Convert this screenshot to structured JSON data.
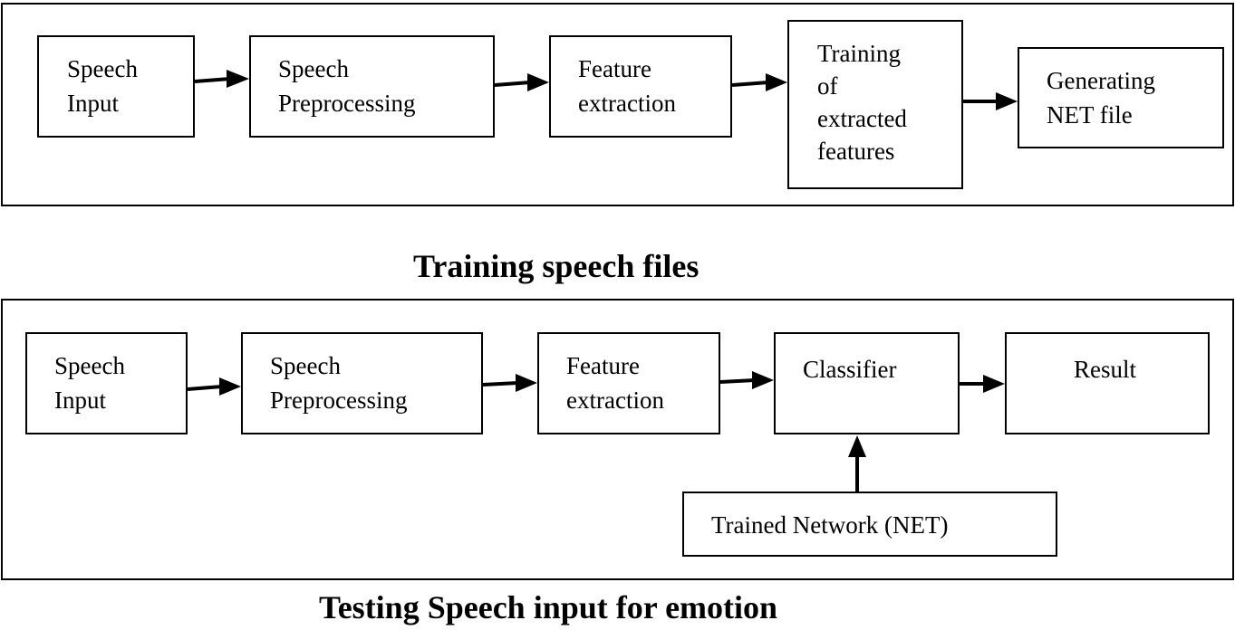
{
  "training": {
    "caption": "Training speech files",
    "boxes": {
      "speech_input": [
        "Speech",
        "Input"
      ],
      "preprocessing": [
        "Speech",
        "Preprocessing"
      ],
      "feature_extraction": [
        "Feature",
        "extraction"
      ],
      "training_features": [
        "Training",
        "of",
        "extracted",
        "features"
      ],
      "generating_net": [
        "Generating",
        "NET file"
      ]
    }
  },
  "testing": {
    "caption": "Testing Speech input for emotion",
    "boxes": {
      "speech_input": [
        "Speech",
        "Input"
      ],
      "preprocessing": [
        "Speech",
        "Preprocessing"
      ],
      "feature_extraction": [
        "Feature",
        "extraction"
      ],
      "classifier": [
        "Classifier"
      ],
      "result": [
        "Result"
      ],
      "trained_network": [
        "Trained Network (NET)"
      ]
    }
  }
}
